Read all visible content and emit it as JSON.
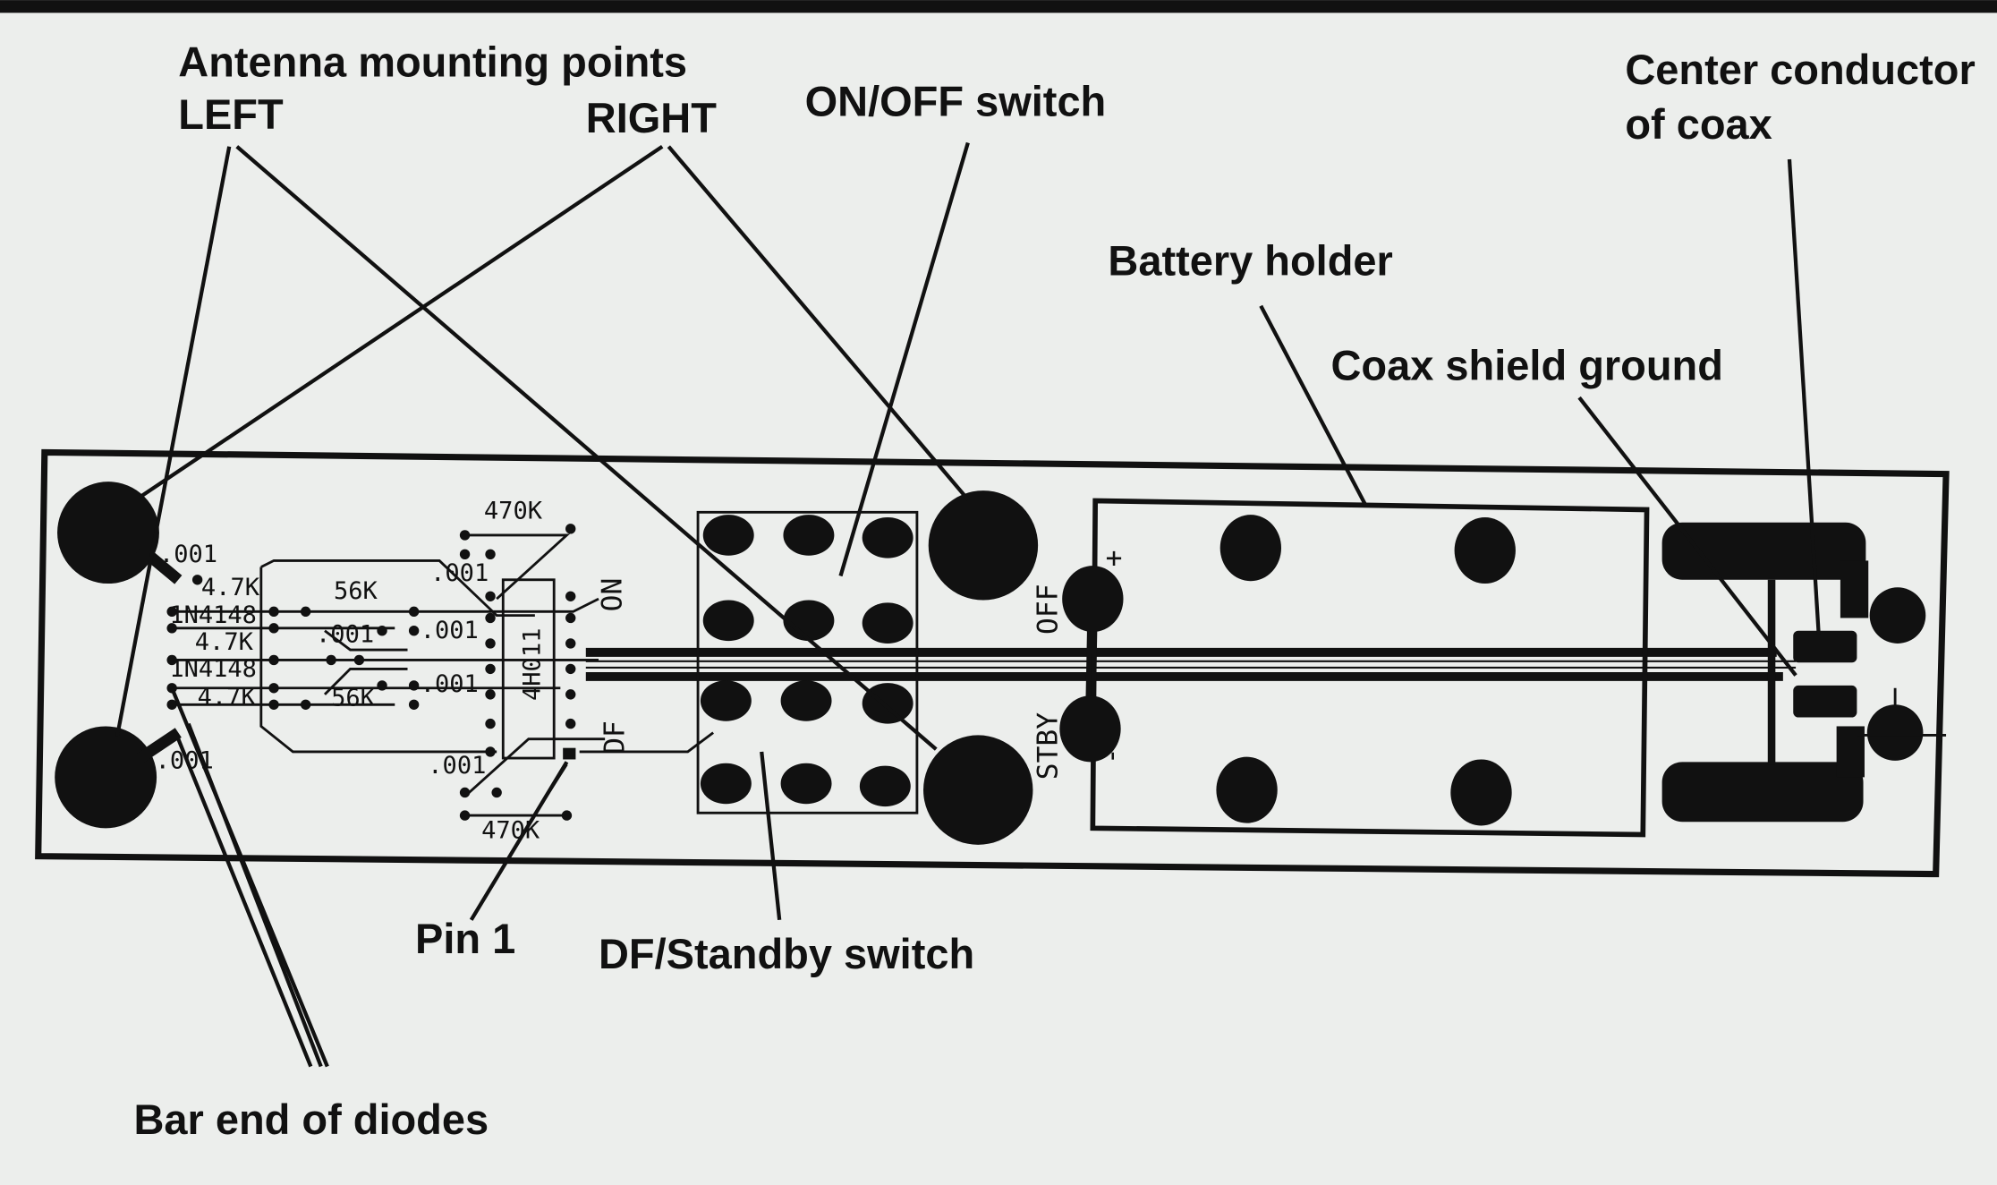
{
  "callouts": {
    "antenna": "Antenna mounting points",
    "left": "LEFT",
    "right": "RIGHT",
    "onoff": "ON/OFF switch",
    "center1": "Center conductor",
    "center2": "of coax",
    "battery": "Battery holder",
    "shield": "Coax shield ground",
    "pin1": "Pin 1",
    "dfstandby": "DF/Standby switch",
    "barend": "Bar end of diodes"
  },
  "components": {
    "c1": ".001",
    "r1": "4.7K",
    "d1": "1N4148",
    "r2": "4.7K",
    "d2": "1N4148",
    "r3": "4.7K",
    "c2": ".001",
    "r56a": "56K",
    "c3": ".001",
    "c4": ".001",
    "r56b": "56K",
    "c5": ".001",
    "c6": ".001",
    "r470a": "470K",
    "c7": ".001",
    "r470b": "470K",
    "chip": "4H011"
  },
  "board_marks": {
    "on": "ON",
    "df": "DF",
    "off": "OFF",
    "stby": "STBY",
    "plus": "+",
    "minus": "-"
  }
}
